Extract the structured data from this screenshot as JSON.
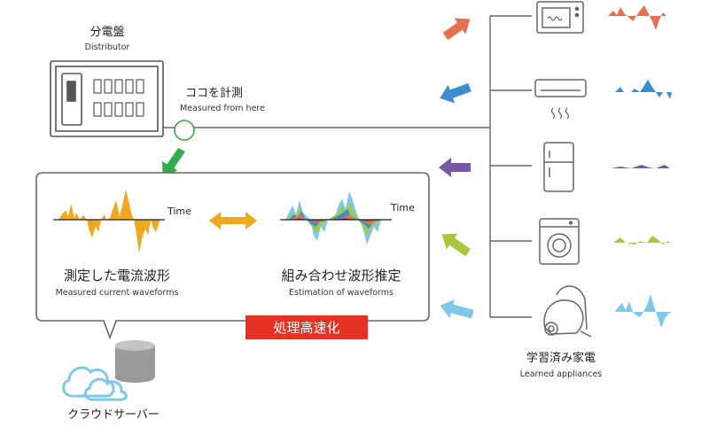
{
  "distributor": {
    "ja": "分電盤",
    "en": "Distributor"
  },
  "measure_point": {
    "ja": "ココを計測",
    "en": "Measured from here"
  },
  "measured_waveforms": {
    "ja": "測定した電流波形",
    "en": "Measured current waveforms",
    "axis": "Time"
  },
  "estimated_waveforms": {
    "ja": "組み合わせ波形推定",
    "en": "Estimation of waveforms",
    "axis": "Time"
  },
  "processing_badge": "処理高速化",
  "cloud_server": "クラウドサーバー",
  "learned_appliances": {
    "ja": "学習済み家電",
    "en": "Learned appliances"
  },
  "appliances": [
    {
      "name": "microwave",
      "color": "#e8704e"
    },
    {
      "name": "air-conditioner",
      "color": "#3a8fd0"
    },
    {
      "name": "refrigerator",
      "color": "#7a56a6"
    },
    {
      "name": "washing-machine",
      "color": "#a8c83c"
    },
    {
      "name": "vacuum-cleaner",
      "color": "#7ec8e8"
    }
  ],
  "colors": {
    "measured_wave": "#f0a81c",
    "measure_ring": "#2fae4a",
    "arrow_green": "#2fae4a",
    "double_arrow": "#f0a81c",
    "badge": "#e53222",
    "outline": "#555555",
    "cloud": "#7ec8e8",
    "server": "#9a9a9a"
  }
}
